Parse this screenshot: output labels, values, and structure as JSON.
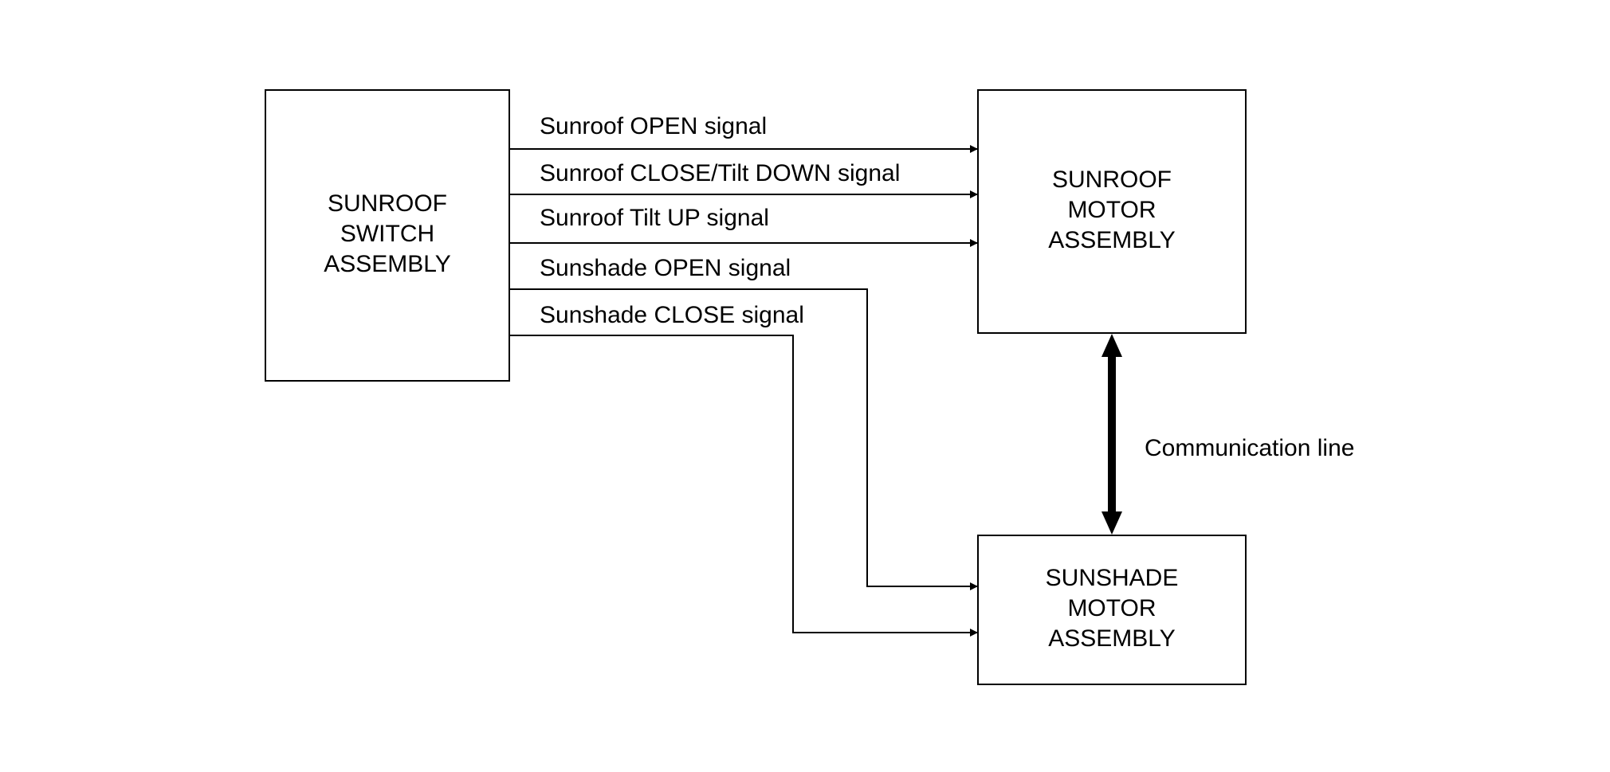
{
  "switch_assembly": {
    "line1": "SUNROOF",
    "line2": "SWITCH",
    "line3": "ASSEMBLY"
  },
  "sunroof_motor": {
    "line1": "SUNROOF",
    "line2": "MOTOR",
    "line3": "ASSEMBLY"
  },
  "sunshade_motor": {
    "line1": "SUNSHADE",
    "line2": "MOTOR",
    "line3": "ASSEMBLY"
  },
  "signals": {
    "sunroof_open": "Sunroof OPEN signal",
    "sunroof_close_tilt_down": "Sunroof CLOSE/Tilt DOWN signal",
    "sunroof_tilt_up": "Sunroof Tilt UP signal",
    "sunshade_open": "Sunshade OPEN signal",
    "sunshade_close": "Sunshade CLOSE signal"
  },
  "communication_line": "Communication line"
}
